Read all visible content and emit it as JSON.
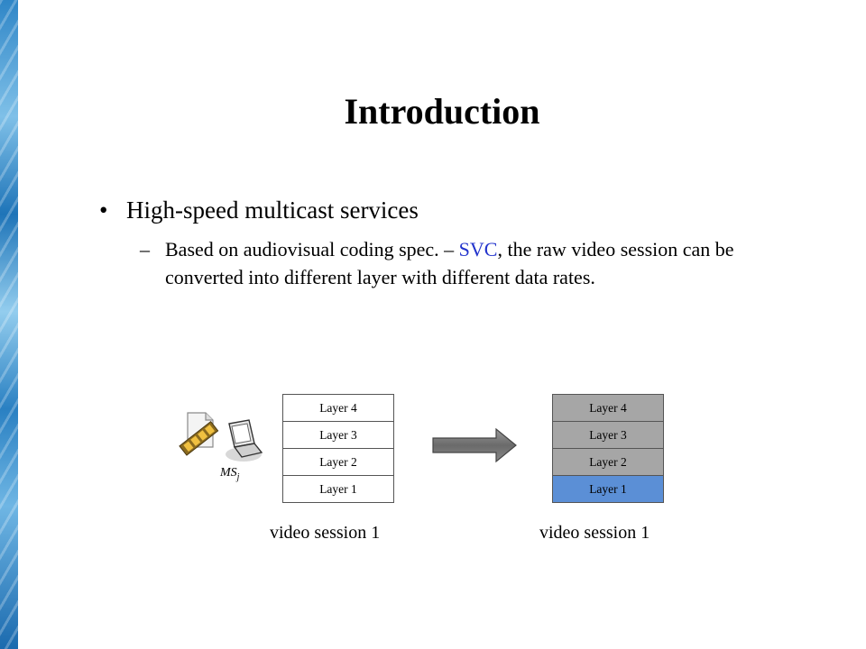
{
  "slide": {
    "title": "Introduction",
    "bullet_symbol": "•",
    "bullet": "High-speed multicast services",
    "sub_dash": "–",
    "sub_text_before": "Based on audiovisual coding spec. – ",
    "sub_highlight": "SVC",
    "sub_text_after": ", the raw video session can be converted into different layer with different data rates."
  },
  "diagram": {
    "left_stack": {
      "layers": [
        "Layer 4",
        "Layer 3",
        "Layer 2",
        "Layer 1"
      ],
      "label": "video session 1"
    },
    "right_stack": {
      "layers": [
        "Layer 4",
        "Layer 3",
        "Layer 2",
        "Layer 1"
      ],
      "active_layer": "Layer 1",
      "label": "video session 1"
    },
    "device": {
      "label_main": "MS",
      "label_sub": "j",
      "icons": [
        "video-file-icon",
        "laptop-icon"
      ]
    },
    "arrow_icon": "right-arrow-icon"
  },
  "colors": {
    "highlight_text": "#2233cc",
    "layer_inactive": "#a6a6a6",
    "layer_active": "#5b8fd6",
    "strip": "#2f86c7"
  }
}
